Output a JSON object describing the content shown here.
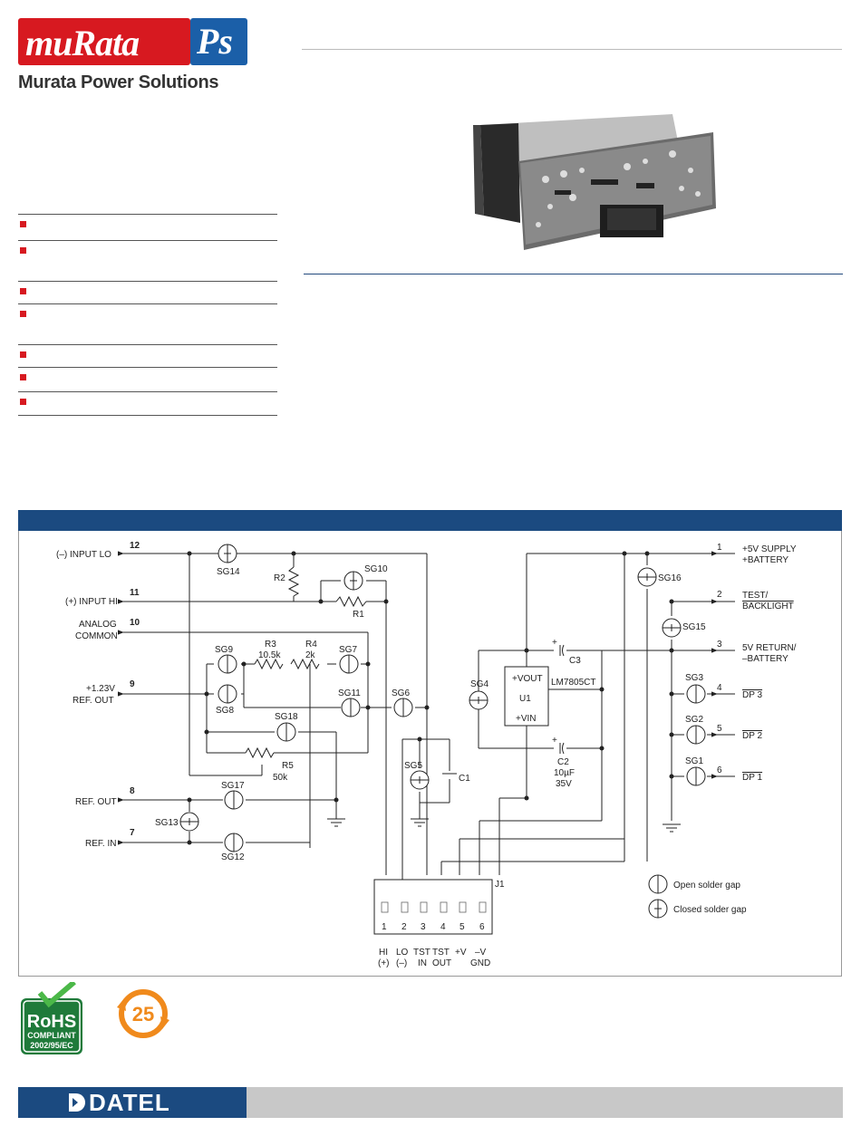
{
  "logo": {
    "brand": "muRata",
    "ps": "Ps",
    "subtitle": "Murata Power Solutions"
  },
  "feature_list": {
    "count": 7
  },
  "schematic": {
    "left_labels": {
      "input_lo": "(–) INPUT LO",
      "input_lo_pin": "12",
      "input_hi": "(+) INPUT HI",
      "input_hi_pin": "11",
      "analog_common_1": "ANALOG",
      "analog_common_2": "COMMON",
      "analog_common_pin": "10",
      "ref_out_1": "+1.23V",
      "ref_out_2": "REF. OUT",
      "ref_out_pin": "9",
      "ref_out8": "REF. OUT",
      "ref_out8_pin": "8",
      "ref_in": "REF. IN",
      "ref_in_pin": "7"
    },
    "components": {
      "sg14": "SG14",
      "sg10": "SG10",
      "r2": "R2",
      "r1": "R1",
      "r3": "R3",
      "r3_val": "10.5k",
      "r4": "R4",
      "r4_val": "2k",
      "sg9": "SG9",
      "sg7": "SG7",
      "sg8": "SG8",
      "sg11": "SG11",
      "sg6": "SG6",
      "sg18": "SG18",
      "r5": "R5",
      "r5_val": "50k",
      "sg17": "SG17",
      "sg13": "SG13",
      "sg12": "SG12",
      "sg5": "SG5",
      "c1": "C1",
      "sg4": "SG4",
      "u1_vout": "+VOUT",
      "u1": "U1",
      "u1_vin": "+VIN",
      "u1_part": "LM7805CT",
      "c3": "C3",
      "c2": "C2",
      "c2_val": "10µF",
      "c2_volt": "35V",
      "sg16": "SG16",
      "sg15": "SG15",
      "sg3": "SG3",
      "sg2": "SG2",
      "sg1": "SG1",
      "plus": "+",
      "j1": "J1"
    },
    "right_labels": {
      "p1_num": "1",
      "p1_a": "+5V SUPPLY",
      "p1_b": "+BATTERY",
      "p2_num": "2",
      "p2_a": "TEST/",
      "p2_b": "BACKLIGHT",
      "p3_num": "3",
      "p3_a": "5V RETURN/",
      "p3_b": "–BATTERY",
      "p4_num": "4",
      "p4": "DP 3",
      "p5_num": "5",
      "p5": "DP 2",
      "p6_num": "6",
      "p6": "DP 1"
    },
    "connector": {
      "pins": [
        "1",
        "2",
        "3",
        "4",
        "5",
        "6"
      ],
      "labels_top": [
        "HI",
        "LO",
        "TST",
        "TST",
        "+V",
        "–V"
      ],
      "labels_bot": [
        "(+)",
        "(–)",
        "IN",
        "OUT",
        "",
        "GND"
      ]
    },
    "legend": {
      "open": "Open solder gap",
      "closed": "Closed solder gap"
    }
  },
  "badges": {
    "rohs_1": "RoHS",
    "rohs_2": "COMPLIANT",
    "rohs_3": "2002/95/EC",
    "years": "25"
  },
  "footer": {
    "brand": "DATEL"
  }
}
